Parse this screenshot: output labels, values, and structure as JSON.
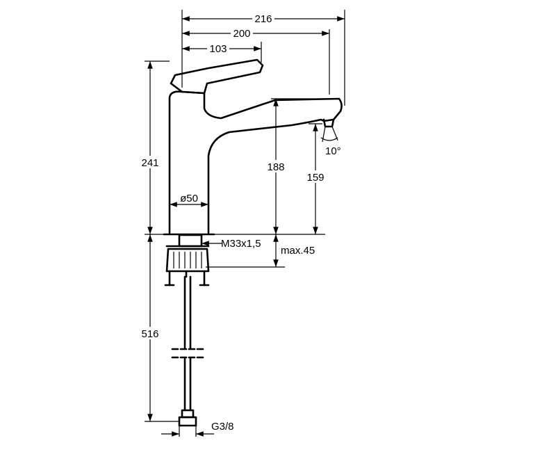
{
  "diagram": {
    "dimensions": {
      "width_total": "216",
      "width_spout": "200",
      "width_lever": "103",
      "height_total": "241",
      "height_spout": "188",
      "height_outlet": "159",
      "base_diameter": "ø50",
      "thread": "M33x1,5",
      "counter_thickness": "max.45",
      "hose_length": "516",
      "connection": "G3/8",
      "outlet_angle": "10°"
    },
    "colors": {
      "line": "#000000",
      "background": "#ffffff"
    }
  }
}
